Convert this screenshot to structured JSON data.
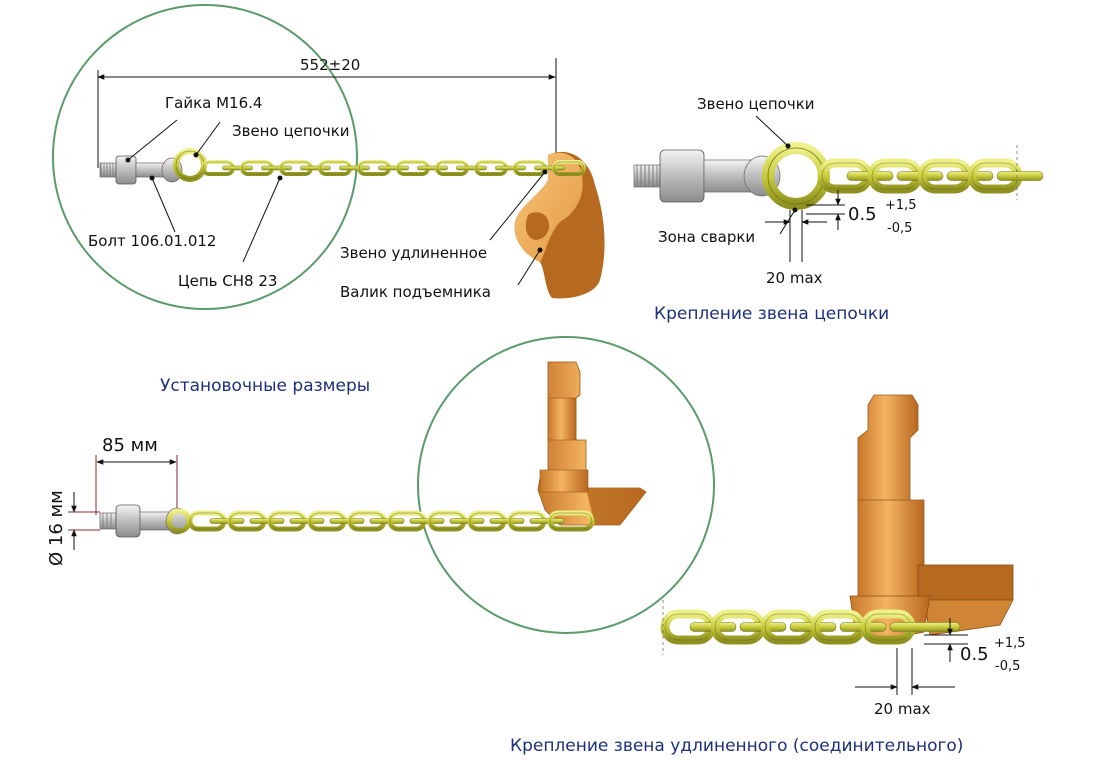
{
  "labels": {
    "dim_length": "552±20",
    "nut": "Гайка М16.4",
    "chain_link_top": "Звено цепочки",
    "bolt": "Болт 106.01.012",
    "chain": "Цепь СН8 23",
    "extended_link": "Звено удлиненное",
    "roller": "Валик подъемника",
    "chain_link_detail": "Звено цепочки",
    "weld_zone": "Зона сварки",
    "weld_tol_main_1": "0.5",
    "weld_tol_plus_1": "+1,5",
    "weld_tol_minus_1": "-0,5",
    "max_1": "20 max",
    "dim_85": "85 мм",
    "diameter": "Ø 16 мм",
    "weld_tol_main_2": "0.5",
    "weld_tol_plus_2": "+1,5",
    "weld_tol_minus_2": "-0,5",
    "max_2": "20 max"
  },
  "captions": {
    "detail_1": "Крепление звена цепочки",
    "install": "Установочные размеры",
    "detail_2": "Крепление звена удлиненного (соединительного)"
  },
  "colors": {
    "chain": "#c9cc3c",
    "chain_stroke": "#6f7316",
    "part_orange": "#e8a24c",
    "part_dark": "#b66a1f",
    "roller_light": "#f0b862",
    "steel": "#c8c8c8",
    "circle": "#5b9b6a",
    "caption": "#1e2f7a",
    "dim_line": "#8a2a2a"
  }
}
